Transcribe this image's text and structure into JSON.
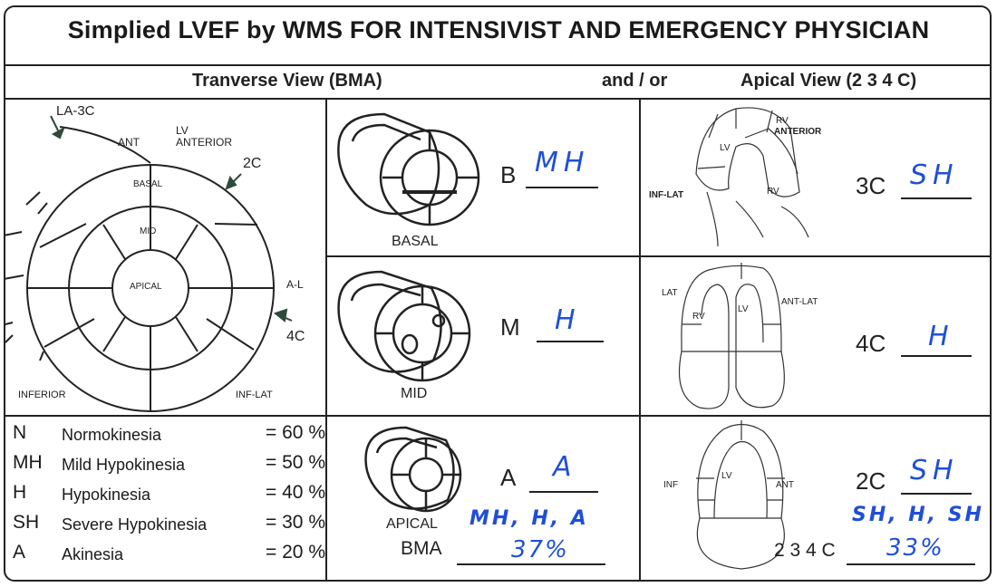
{
  "title": "Simplied LVEF by WMS FOR INTENSIVIST AND EMERGENCY PHYSICIAN",
  "headers": {
    "transverse": "Tranverse View (BMA)",
    "andor": "and / or",
    "apical": "Apical View (2 3 4 C)"
  },
  "bullseye": {
    "la3c": "LA-3C",
    "ant": "ANT",
    "lv": "LV",
    "lv_anterior": "ANTERIOR",
    "c2": "2C",
    "basal": "BASAL",
    "mid": "MID",
    "apical": "APICAL",
    "al": "A-L",
    "c4": "4C",
    "inferior": "INFERIOR",
    "inflat": "INF-LAT"
  },
  "short_axis": {
    "basal": {
      "caption": "BASAL",
      "letter": "B",
      "score": "MH"
    },
    "mid": {
      "caption": "MID",
      "letter": "M",
      "score": "H"
    },
    "apical": {
      "caption": "APICAL",
      "letter": "A",
      "score": "A"
    },
    "bma_scores": "MH, H, A",
    "bma_label": "BMA",
    "bma_value": "37%"
  },
  "apical_views": {
    "c3": {
      "label": "3C",
      "score": "SH",
      "rv_ant": "RV",
      "anterior": "ANTERIOR",
      "lv": "LV",
      "rv": "RV",
      "inflat": "INF-LAT"
    },
    "c4": {
      "label": "4C",
      "score": "H",
      "lat": "LAT",
      "rv": "RV",
      "lv": "LV",
      "antlat": "ANT-LAT"
    },
    "c2": {
      "label": "2C",
      "score": "SH",
      "inf": "INF",
      "lv": "LV",
      "ant": "ANT"
    },
    "c234_scores": "SH, H, SH",
    "c234_label": "2 3 4 C",
    "c234_value": "33%"
  },
  "legend": [
    {
      "abbr": "N",
      "name": "Normokinesia",
      "value": "= 60 %"
    },
    {
      "abbr": "MH",
      "name": "Mild Hypokinesia",
      "value": "= 50 %"
    },
    {
      "abbr": "H",
      "name": "Hypokinesia",
      "value": "= 40 %"
    },
    {
      "abbr": "SH",
      "name": "Severe Hypokinesia",
      "value": "= 30 %"
    },
    {
      "abbr": "A",
      "name": "Akinesia",
      "value": "= 20 %"
    }
  ],
  "colors": {
    "ink": "#1a1a1a",
    "handwriting": "#1f4fd6",
    "arrow": "#2f4a3a"
  }
}
